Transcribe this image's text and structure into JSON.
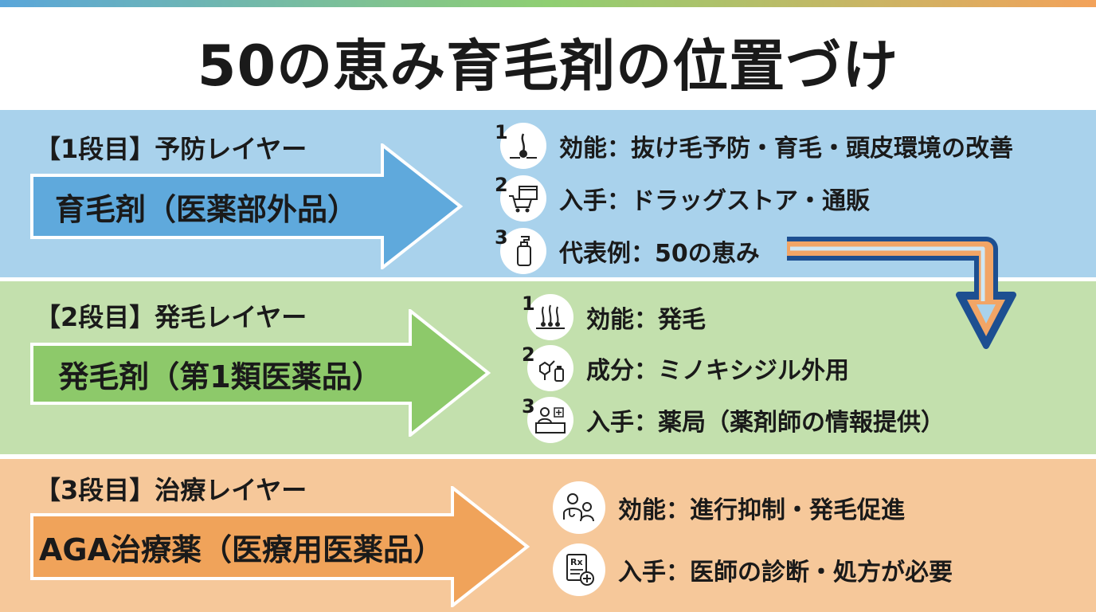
{
  "title": "50の恵み育毛剤の位置づけ",
  "colors": {
    "band1": "#a9d2ec",
    "band2": "#c3e0ad",
    "band3": "#f6c89a",
    "arrow1": "#5fa9dc",
    "arrow2": "#8dc96a",
    "arrow3": "#f0a35a",
    "turn_arrow_outline": "#1d4f91",
    "turn_arrow_fill": "#f2a566"
  },
  "layers": [
    {
      "heading": "【1段目】予防レイヤー",
      "arrow_label": "育毛剤（医薬部外品）",
      "items": [
        {
          "num": "1",
          "icon": "hair-follicle-icon",
          "text": "効能：抜け毛予防・育毛・頭皮環境の改善"
        },
        {
          "num": "2",
          "icon": "store-cart-icon",
          "text": "入手：ドラッグストア・通販"
        },
        {
          "num": "3",
          "icon": "pump-bottle-icon",
          "text": "代表例：50の恵み"
        }
      ]
    },
    {
      "heading": "【2段目】発毛レイヤー",
      "arrow_label": "発毛剤（第1類医薬品）",
      "items": [
        {
          "num": "1",
          "icon": "hair-growth-icon",
          "text": "効能：発毛"
        },
        {
          "num": "2",
          "icon": "molecule-bottle-icon",
          "text": "成分：ミノキシジル外用"
        },
        {
          "num": "3",
          "icon": "pharmacist-icon",
          "text": "入手：薬局（薬剤師の情報提供）"
        }
      ]
    },
    {
      "heading": "【3段目】治療レイヤー",
      "arrow_label": "AGA治療薬（医療用医薬品）",
      "items": [
        {
          "icon": "doctor-patient-icon",
          "text": "効能：進行抑制・発毛促進"
        },
        {
          "icon": "prescription-icon",
          "text": "入手：医師の診断・処方が必要"
        }
      ]
    }
  ]
}
